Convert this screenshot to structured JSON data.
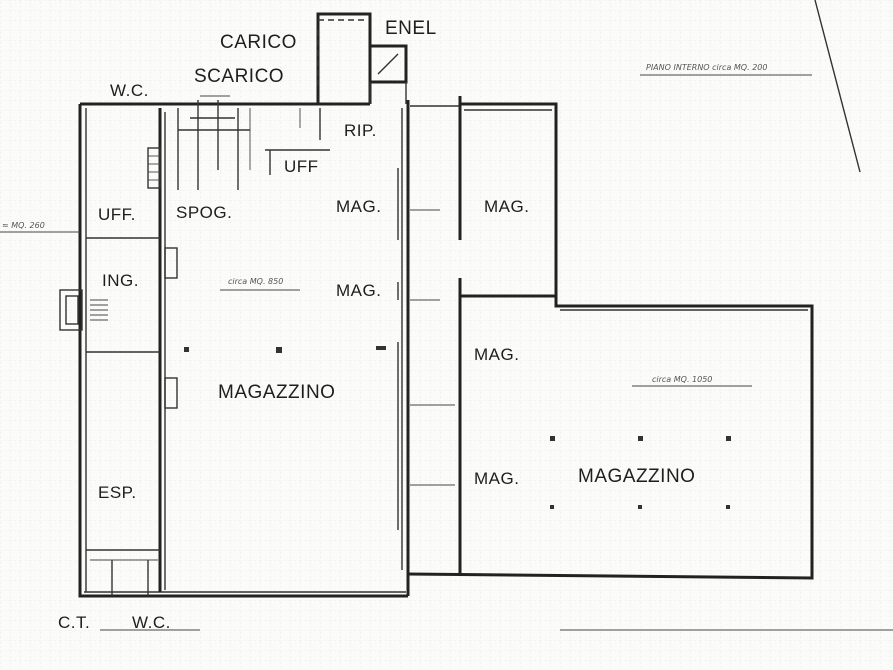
{
  "labels": {
    "carico": "CARICO",
    "scarico": "SCARICO",
    "enel": "ENEL",
    "wc_top": "W.C.",
    "rip": "RIP.",
    "uff_top": "UFF",
    "spog": "SPOG.",
    "uff_left": "UFF.",
    "ing": "ING.",
    "esp": "ESP.",
    "ct": "C.T.",
    "wc_bottom": "W.C.",
    "mag_1": "MAG.",
    "mag_2": "MAG.",
    "mag_3": "MAG.",
    "mag_4": "MAG.",
    "mag_5": "MAG.",
    "magazzino_1": "MAGAZZINO",
    "magazzino_2": "MAGAZZINO"
  },
  "notes": {
    "piano": "PIANO INTERNO circa MQ. 200",
    "area_left": "≈ MQ. 260",
    "area_center": "circa MQ. 850",
    "area_right": "circa MQ. 1050"
  },
  "colors": {
    "ink": "#222222",
    "paper": "#fbfbf9",
    "grid": "#c9c9c9"
  }
}
